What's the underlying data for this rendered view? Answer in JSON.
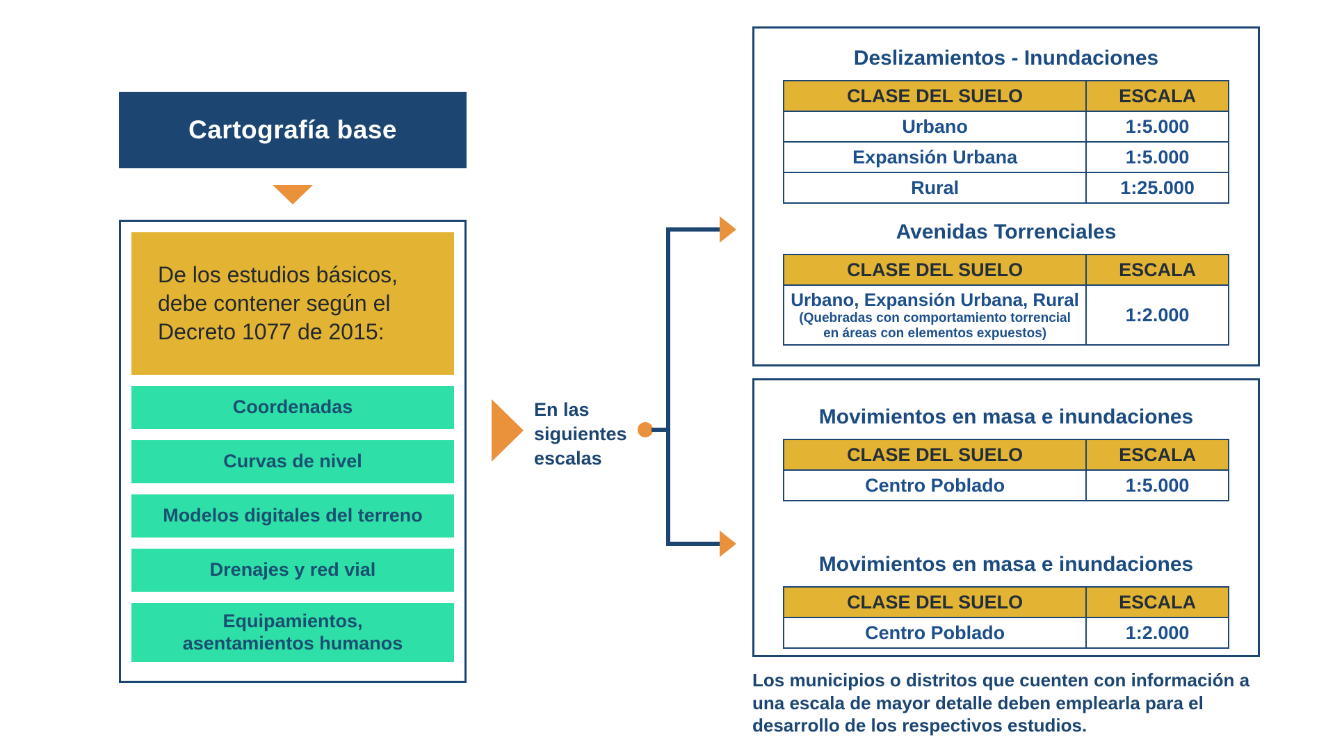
{
  "colors": {
    "navy": "#1C4572",
    "gold": "#E3B434",
    "green": "#2EE0A7",
    "orange": "#E9913B",
    "cell_blue": "#1D4F8C",
    "white": "#FFFFFF"
  },
  "left": {
    "title": "Cartografía base",
    "intro": "De los estudios básicos,\ndebe contener según el\nDecreto 1077 de 2015:",
    "items": [
      "Coordenadas",
      "Curvas de nivel",
      "Modelos digitales del terreno",
      "Drenajes y red vial",
      "Equipamientos,\nasentamientos humanos"
    ]
  },
  "middle": {
    "label": "En las\nsiguientes\nescalas"
  },
  "right": {
    "top_box": {
      "sections": [
        {
          "title": "Deslizamientos - Inundaciones",
          "headers": [
            "CLASE DEL SUELO",
            "ESCALA"
          ],
          "rows": [
            [
              "Urbano",
              "1:5.000"
            ],
            [
              "Expansión Urbana",
              "1:5.000"
            ],
            [
              "Rural",
              "1:25.000"
            ]
          ]
        },
        {
          "title": "Avenidas Torrenciales",
          "headers": [
            "CLASE DEL SUELO",
            "ESCALA"
          ],
          "rows": [
            {
              "main": "Urbano, Expansión Urbana, Rural",
              "sub": "(Quebradas con comportamiento torrencial\nen áreas con elementos expuestos)",
              "escala": "1:2.000"
            }
          ]
        }
      ]
    },
    "bottom_box": {
      "sections": [
        {
          "title": "Movimientos en masa e inundaciones",
          "headers": [
            "CLASE DEL SUELO",
            "ESCALA"
          ],
          "rows": [
            [
              "Centro Poblado",
              "1:5.000"
            ]
          ]
        },
        {
          "title": "Movimientos en masa e inundaciones",
          "headers": [
            "CLASE DEL SUELO",
            "ESCALA"
          ],
          "rows": [
            [
              "Centro Poblado",
              "1:2.000"
            ]
          ]
        }
      ]
    },
    "footnote": "Los municipios o distritos que cuenten con información a\nuna escala de mayor detalle deben emplearla para el\ndesarrollo de los respectivos estudios."
  }
}
